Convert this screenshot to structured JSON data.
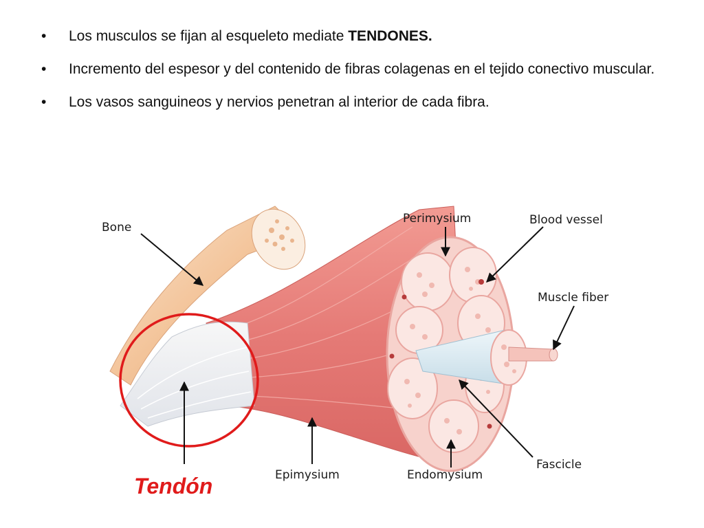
{
  "bullets": [
    {
      "text": "Los musculos se fijan al esqueleto mediate ",
      "bold": "TENDONES."
    },
    {
      "text": "Incremento del espesor y del contenido de fibras colagenas en el tejido conectivo muscular.",
      "bold": ""
    },
    {
      "text": "Los vasos sanguineos y nervios penetran al interior de cada fibra.",
      "bold": ""
    }
  ],
  "bullet_symbol": "•",
  "diagram": {
    "labels": {
      "bone": "Bone",
      "perimysium": "Perimysium",
      "blood_vessel": "Blood vessel",
      "muscle_fiber": "Muscle fiber",
      "fascicle": "Fascicle",
      "endomysium": "Endomysium",
      "epimysium": "Epimysium"
    },
    "highlight_label": "Tendón"
  },
  "colors": {
    "highlight": "#e01b1b",
    "muscle": "#e57a76",
    "bone": "#f3c49a"
  }
}
